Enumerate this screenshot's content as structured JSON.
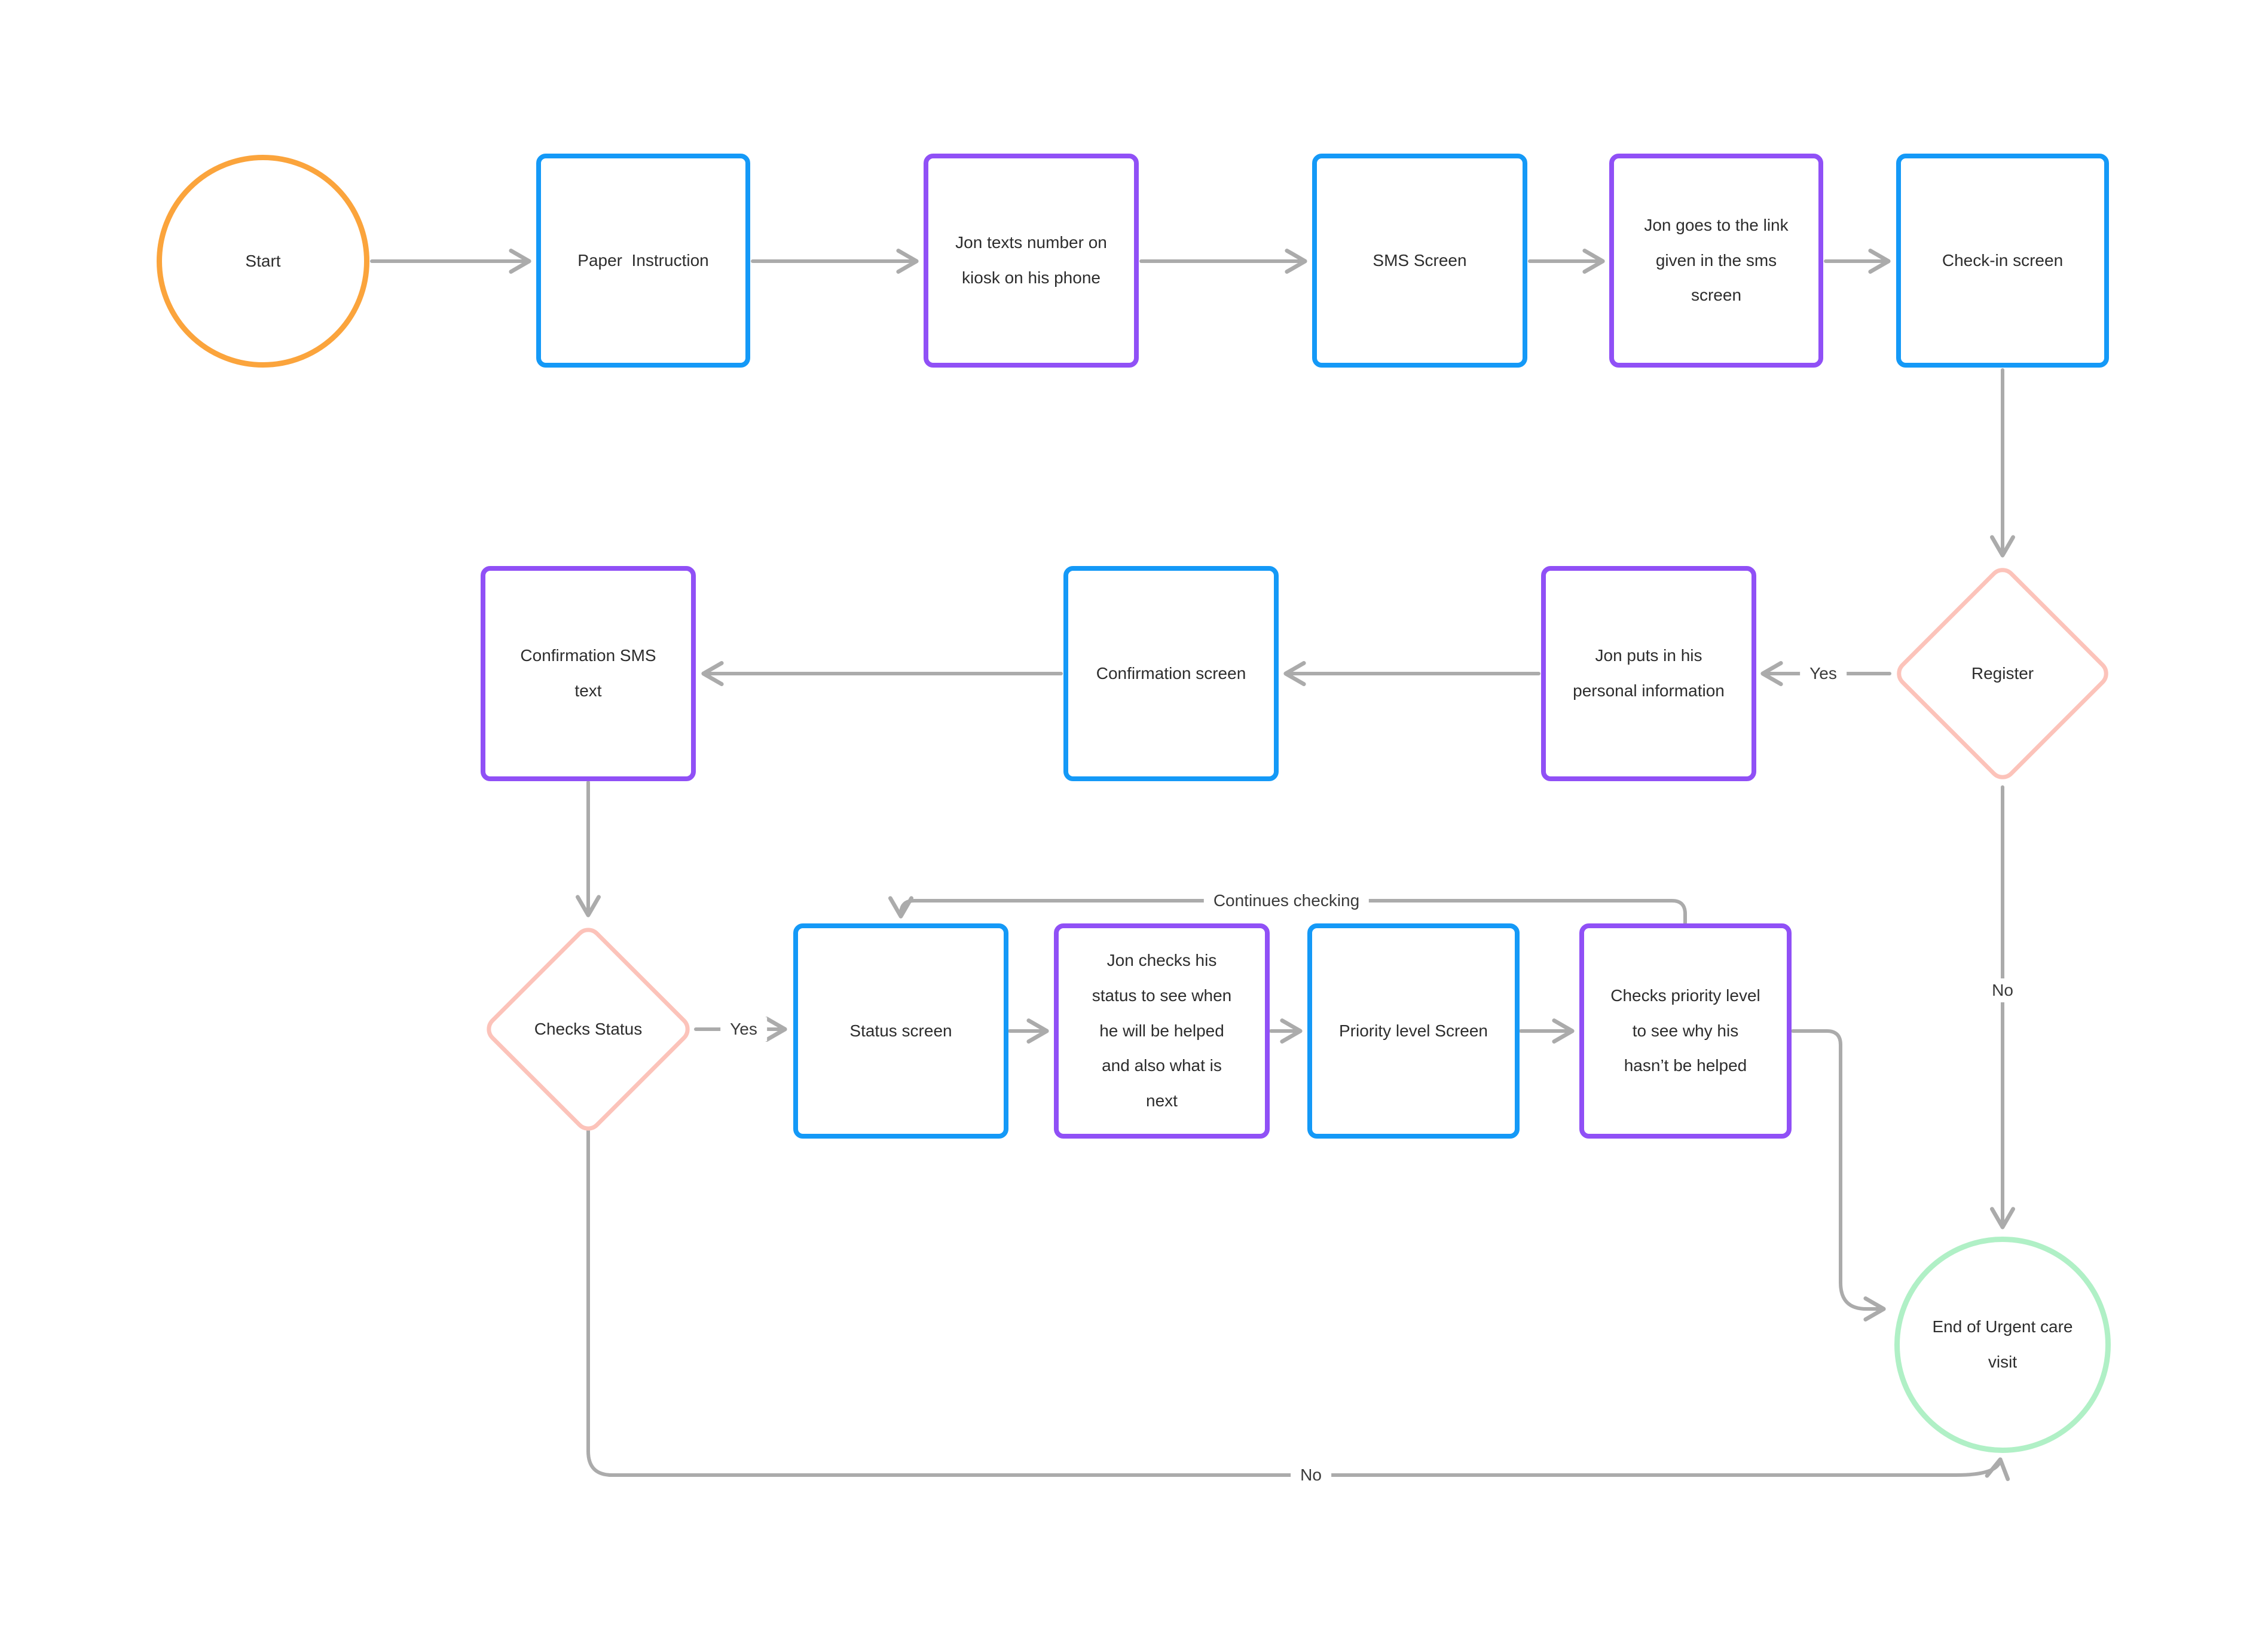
{
  "colors": {
    "blue": "#1499F7",
    "purple": "#9050F6",
    "orange": "#FBA43C",
    "salmon": "#FCC3BA",
    "green": "#B0F0C6",
    "connector": "#ABABAB",
    "text": "#2D2D2D"
  },
  "nodes": {
    "start": {
      "label": "Start",
      "shape": "circle"
    },
    "paper_instruction": {
      "label": "Paper  Instruction",
      "shape": "rect"
    },
    "jon_texts": {
      "label": "Jon texts number on kiosk on his phone",
      "shape": "rect"
    },
    "sms_screen": {
      "label": "SMS Screen",
      "shape": "rect"
    },
    "jon_goes": {
      "label": "Jon goes to the link given in the sms screen",
      "shape": "rect"
    },
    "check_in": {
      "label": "Check-in screen",
      "shape": "rect"
    },
    "register": {
      "label": "Register",
      "shape": "diamond"
    },
    "jon_puts": {
      "label": "Jon puts in his personal information",
      "shape": "rect"
    },
    "confirmation_screen": {
      "label": "Confirmation screen",
      "shape": "rect"
    },
    "confirmation_sms": {
      "label": "Confirmation SMS text",
      "shape": "rect"
    },
    "checks_status": {
      "label": "Checks Status",
      "shape": "diamond"
    },
    "status_screen": {
      "label": "Status screen",
      "shape": "rect"
    },
    "jon_checks": {
      "label": "Jon checks his status to see when he will be helped and also what is next",
      "shape": "rect"
    },
    "priority_level": {
      "label": "Priority level Screen",
      "shape": "rect"
    },
    "checks_priority": {
      "label": "Checks priority level to see why his hasn’t be helped",
      "shape": "rect"
    },
    "end": {
      "label": "End of Urgent care visit",
      "shape": "circle"
    }
  },
  "edge_labels": {
    "register_yes": "Yes",
    "register_no": "No",
    "checks_yes": "Yes",
    "checks_no": "No",
    "continues": "Continues checking"
  }
}
